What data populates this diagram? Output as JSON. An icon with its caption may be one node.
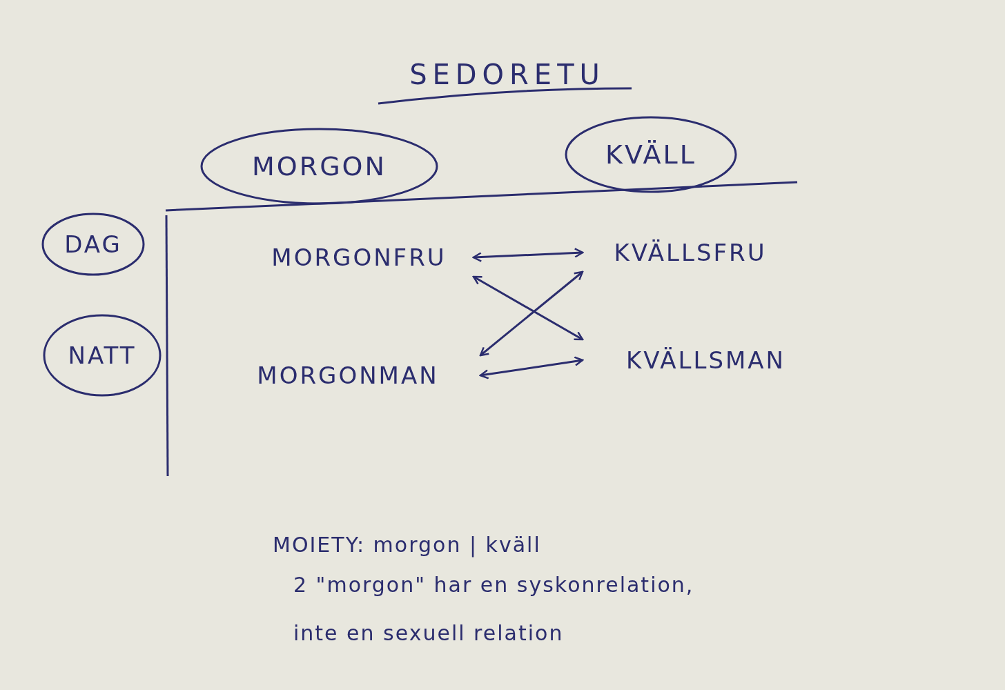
{
  "diagram": {
    "title": "SEDORETU",
    "nodes": [
      {
        "text": [
          "MORGON"
        ]
      },
      {
        "text": [
          "KVÄLL"
        ]
      },
      {
        "text": [
          "DAG"
        ]
      },
      {
        "text": [
          "NATT"
        ]
      },
      {
        "text": [
          "MORGONFRU"
        ]
      },
      {
        "text": [
          "KVÄLLSFRU"
        ]
      },
      {
        "text": [
          "MORGONMAN"
        ]
      },
      {
        "text": [
          "KVÄLLSMAN"
        ]
      }
    ],
    "edges": [
      {
        "from": 4,
        "to": 5,
        "arrow": "both"
      },
      {
        "from": 4,
        "to": 7,
        "arrow": "both"
      },
      {
        "from": 6,
        "to": 5,
        "arrow": "both"
      },
      {
        "from": 6,
        "to": 7,
        "arrow": "both"
      }
    ],
    "labels": [
      "MOIETY: morgon | kväll",
      "2 \"morgon\" har en syskonrelation,",
      "inte en sexuell relation"
    ]
  }
}
